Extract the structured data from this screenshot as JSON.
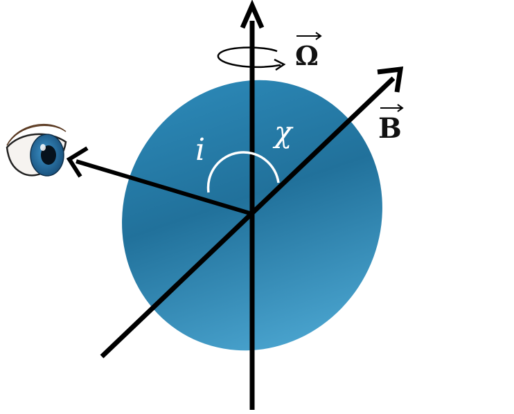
{
  "labels": {
    "omega": "Ω",
    "b_field": "B",
    "inclination": "i",
    "obliquity": "χ"
  },
  "icons": {
    "observer": "eye-icon",
    "rotation": "rotation-arrow-icon"
  },
  "colors": {
    "star_light": "#56b3de",
    "star_dark": "#1c6288",
    "axes": "#000000",
    "angle_arc": "#ffffff",
    "iris": "#2a78b0"
  }
}
